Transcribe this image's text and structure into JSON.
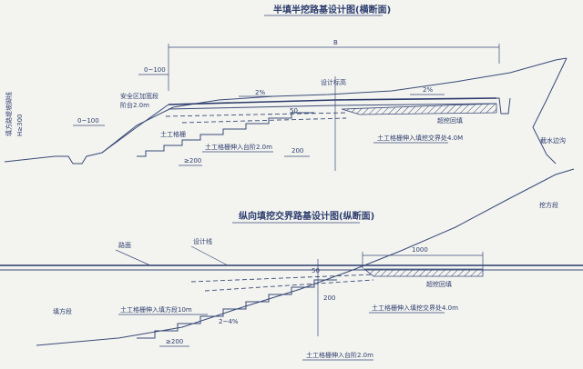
{
  "top": {
    "title": "半填半挖路基设计图(横断面)",
    "width_label": "B",
    "slope_label_a": "0~100",
    "slope_label_b": "0~100",
    "safety_label": "安全区加宽段",
    "step_label": "阶台2.0m",
    "design_elev": "设计标高",
    "grade_left": "2%",
    "grade_right": "2%",
    "geogrid_label": "土工格栅",
    "geogrid_dim": "土工格栅伸入台阶2.0m",
    "geogrid_excav": "土工格栅伸入填挖交界处4.0M",
    "dim_200": "200",
    "dim_ge200": "≥200",
    "dim_50": "50",
    "overexcav": "超挖回填",
    "side_ditch": "截水边沟",
    "left_vertical": "填方路堤坡脚线",
    "h_label": "H≥300"
  },
  "bottom": {
    "title": "纵向填挖交界路基设计图(纵断面)",
    "road_label": "路面",
    "design_line": "设计线",
    "len_1000": "1000",
    "dim_50": "50",
    "geogrid_step": "土工格栅伸入填方段10m",
    "geogrid_excav": "土工格栅伸入填挖交界处4.0m",
    "slope": "2~4%",
    "dim_200": "200",
    "dim_ge200": "≥200",
    "geogrid_step2": "土工格栅伸入台阶2.0m",
    "fill_side": "填方段",
    "cut_side": "挖方段",
    "overexcav": "超挖回填"
  }
}
